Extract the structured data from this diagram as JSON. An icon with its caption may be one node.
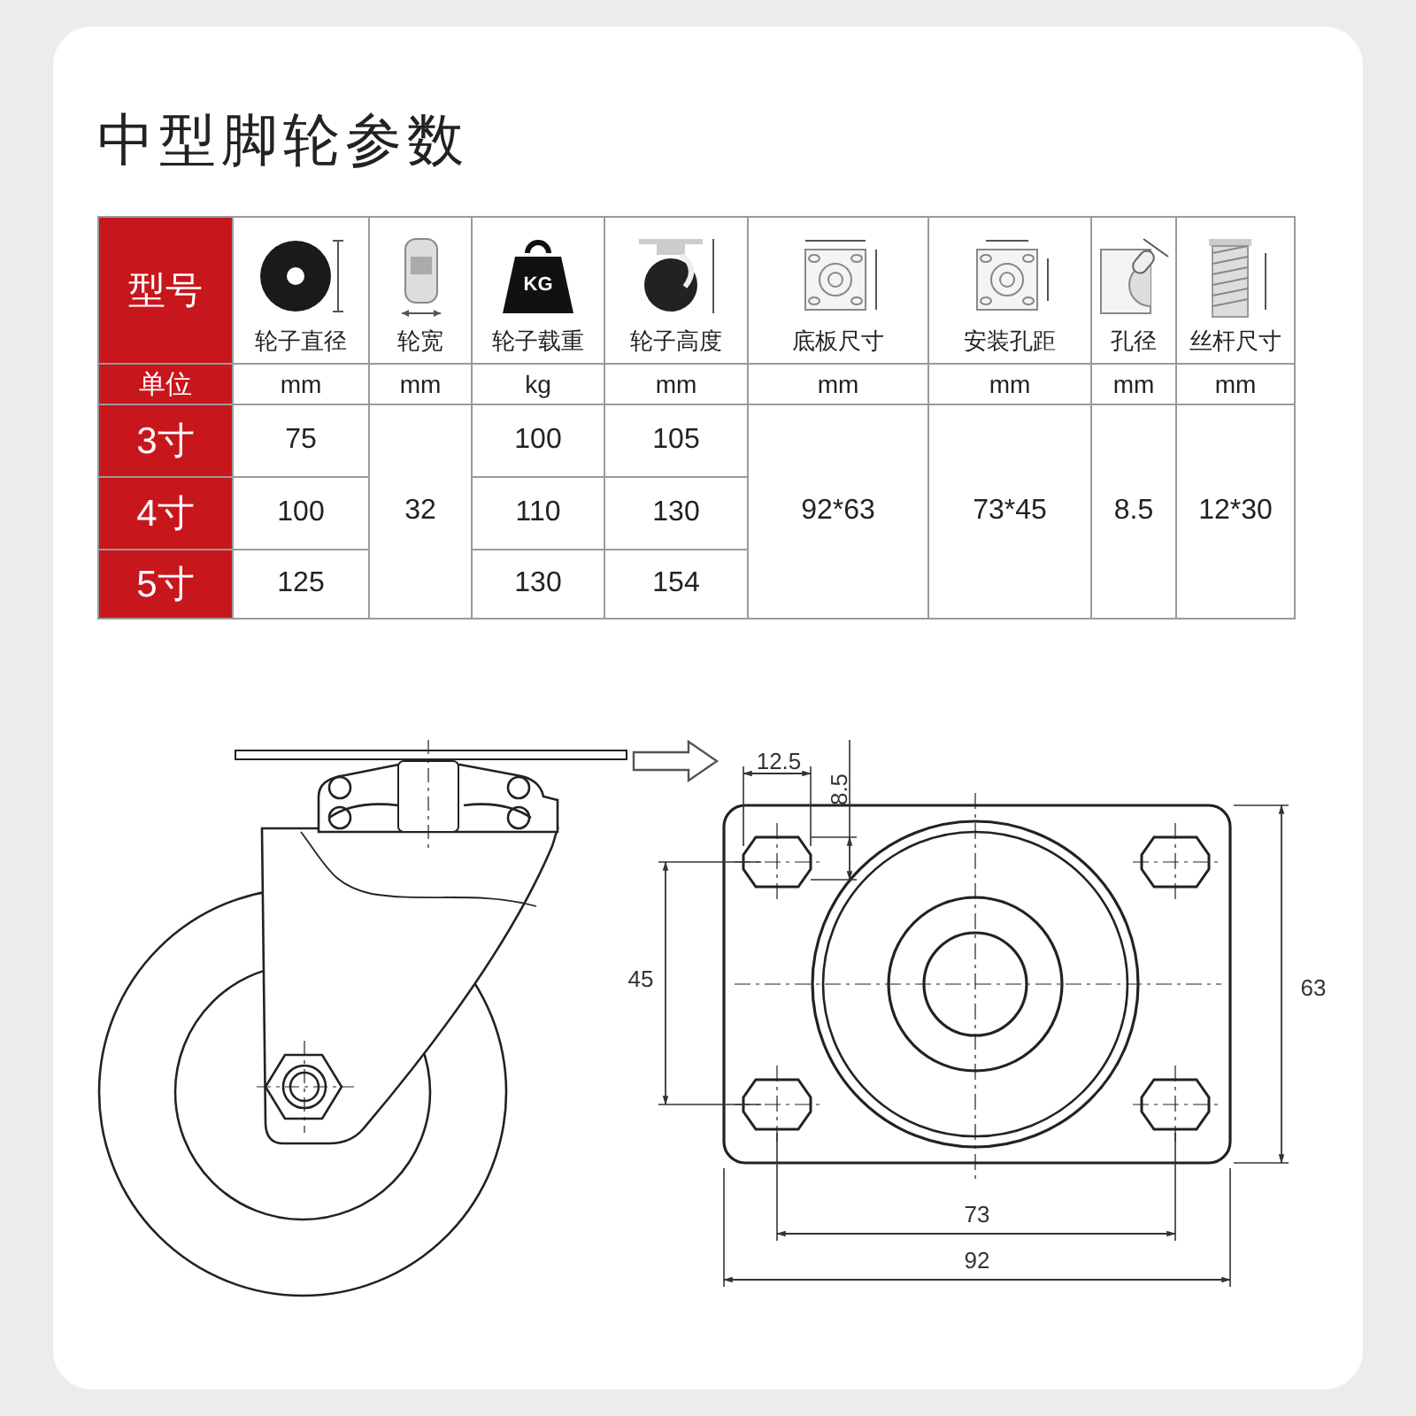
{
  "diagram": {
    "title": "中型脚轮参数",
    "nodes": [
      {
        "text": [],
        "shape": "picture"
      },
      {
        "text": [],
        "shape": "picture"
      }
    ],
    "edges": [
      {
        "from": 0,
        "to": 1,
        "arrow": "to"
      }
    ],
    "labels": [
      "型号",
      "轮子直径",
      "轮宽",
      "轮子载重",
      "轮子高度",
      "底板尺寸",
      "安装孔距",
      "孔径",
      "丝杆尺寸",
      "单位",
      "mm",
      "mm",
      "kg",
      "mm",
      "mm",
      "mm",
      "mm",
      "mm",
      "3寸",
      "75",
      "32",
      "100",
      "105",
      "92*63",
      "73*45",
      "8.5",
      "12*30",
      "4寸",
      "100",
      "110",
      "130",
      "5寸",
      "125",
      "130",
      "154",
      "12.5",
      "8.5",
      "45",
      "63",
      "73",
      "92",
      "KG"
    ]
  }
}
